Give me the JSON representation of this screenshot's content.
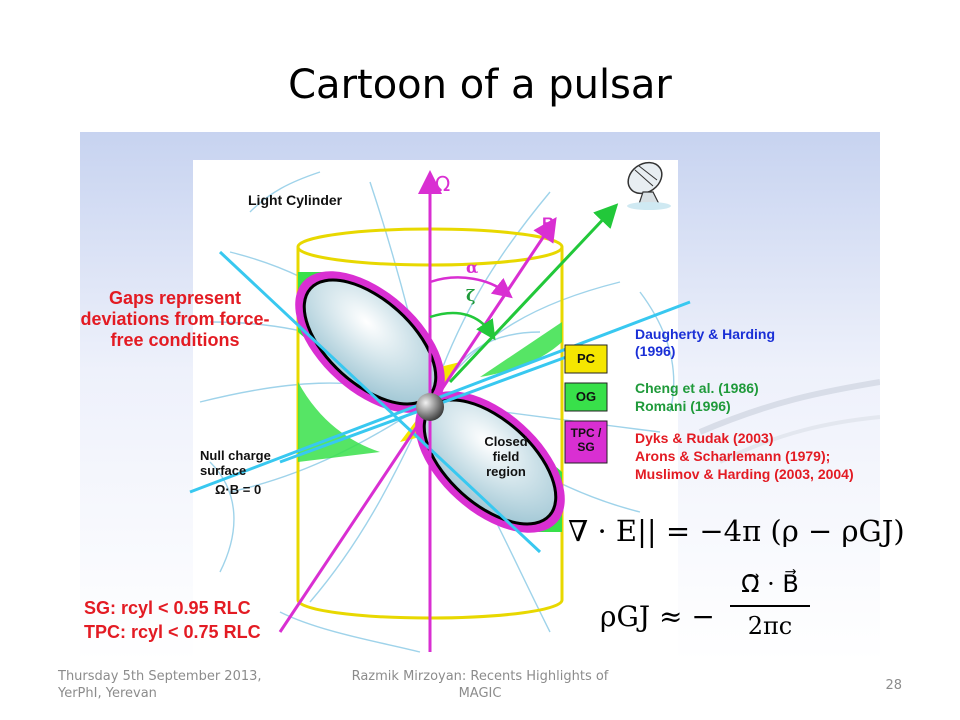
{
  "slide": {
    "title": "Cartoon of a pulsar",
    "page_number": "28"
  },
  "footer": {
    "date": "Thursday 5th September 2013, YerPhI, Yerevan",
    "talk": "Razmik Mirzoyan: Recents Highlights of MAGIC"
  },
  "figure": {
    "light_cylinder": "Light Cylinder",
    "omega_symbol": "Ω",
    "b_symbol": "B",
    "alpha_symbol": "α",
    "zeta_symbol": "ζ",
    "gaps_note": "Gaps represent deviations from force-free conditions",
    "closed_field": "Closed field region",
    "null_charge": "Null charge surface",
    "null_charge_eq": "Ω·B = 0",
    "legend": {
      "pc_label": "PC",
      "pc_ref": "Daugherty & Harding (1996)",
      "og_label": "OG",
      "og_ref_1": "Cheng et al. (1986)",
      "og_ref_2": "Romani (1996)",
      "tpc_label": "TPC / SG",
      "tpc_ref_1": "Dyks & Rudak (2003)",
      "tpc_ref_2": "Arons & Scharlemann (1979);",
      "tpc_ref_3": "Muslimov & Harding (2003, 2004)"
    },
    "sg_line": "SG:  rcyl < 0.95 RLC",
    "tpc_line": "TPC: rcyl < 0.75 RLC",
    "eq1": "∇ · E|| = −4π (ρ − ρGJ)",
    "eq2_lhs": "ρGJ ≈ −",
    "eq2_num": "Ω⃗ · B⃗",
    "eq2_den": "2πc"
  },
  "colors": {
    "cylinder": "#e8d800",
    "magenta": "#d92fd2",
    "green_gap": "#38e04a",
    "cyan": "#38c8f0",
    "red_text": "#e31b23",
    "blue_text": "#1a2fd6",
    "green_text": "#1f9a3a"
  }
}
